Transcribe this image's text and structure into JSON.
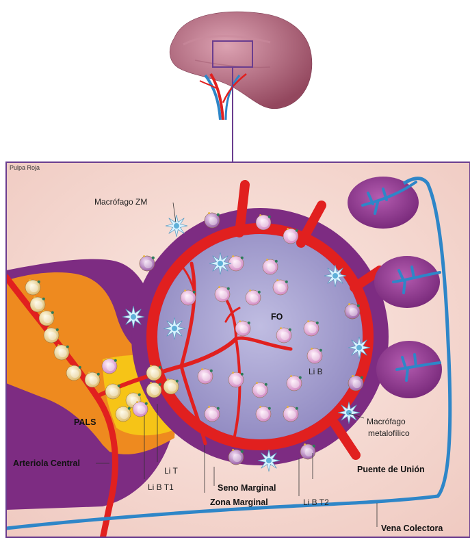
{
  "labels": {
    "pulpa_roja": "Pulpa Roja",
    "macrofago_zm": "Macrófago ZM",
    "fo": "FO",
    "li_b": "Li B",
    "pals": "PALS",
    "arteriola_central": "Arteriola Central",
    "li_t": "Li T",
    "li_b_t1": "Li B T1",
    "seno_marginal": "Seno Marginal",
    "zona_marginal": "Zona Marginal",
    "li_b_t2": "Li B T2",
    "macrofago_metalofilico_1": "Macrófago",
    "macrofago_metalofilico_2": "metalofílico",
    "puente_de_union": "Puente de Unión",
    "vena_colectora": "Vena Colectora"
  },
  "colors": {
    "red_pulp_bg": "#f5d9d0",
    "follicle": "#a9a4d0",
    "marginal_zone": "#7d2c82",
    "artery": "#e1201f",
    "vein": "#2e86c8",
    "pals_orange": "#ee8a1f",
    "pals_yellow": "#f6c417",
    "spleen": "#b76b80"
  }
}
